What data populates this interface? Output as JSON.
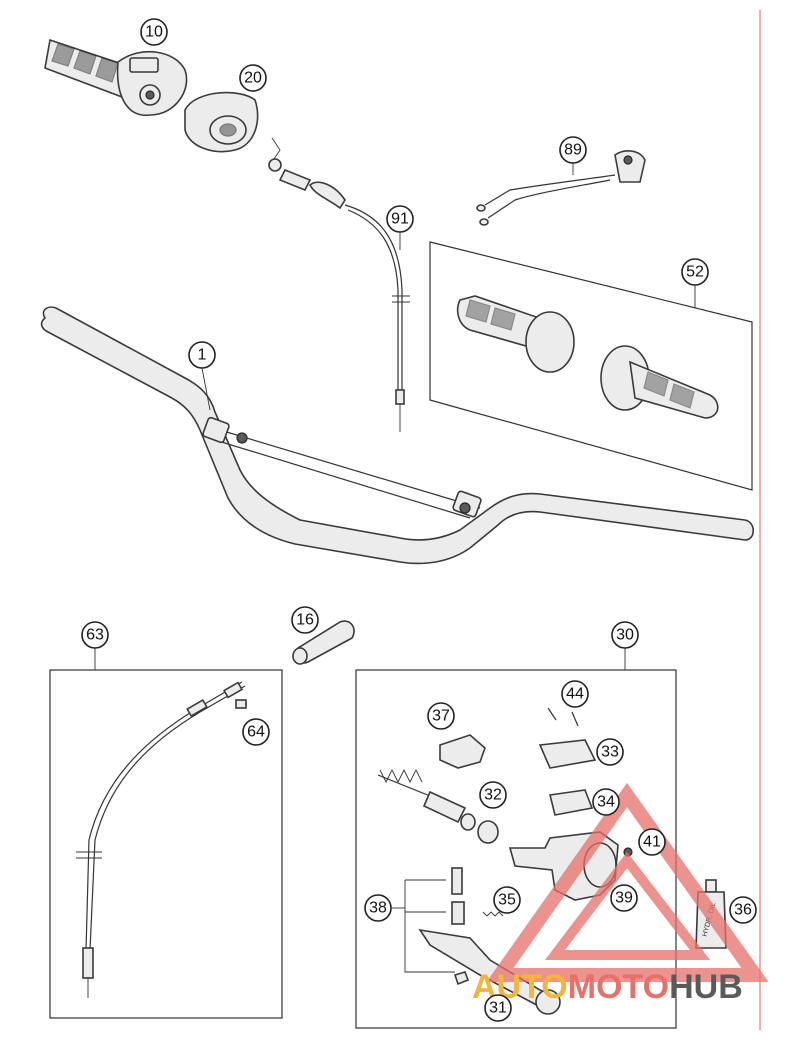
{
  "callouts": {
    "c1": "1",
    "c10": "10",
    "c16": "16",
    "c20": "20",
    "c30": "30",
    "c31": "31",
    "c32": "32",
    "c33": "33",
    "c34": "34",
    "c35": "35",
    "c36": "36",
    "c37": "37",
    "c38": "38",
    "c39": "39",
    "c41": "41",
    "c44": "44",
    "c52": "52",
    "c63": "63",
    "c64": "64",
    "c89": "89",
    "c91": "91"
  },
  "bottle_label": "HYDR. OIL",
  "watermark": {
    "part_auto": "AUTO",
    "part_moto": "MOTO",
    "part_hub": "HUB",
    "color_auto": "#f2b63a",
    "color_moto": "#e8706a",
    "color_hub": "#5a5a5a",
    "triangle_color": "#e8706a"
  },
  "colors": {
    "margin_line": "#e06060"
  }
}
